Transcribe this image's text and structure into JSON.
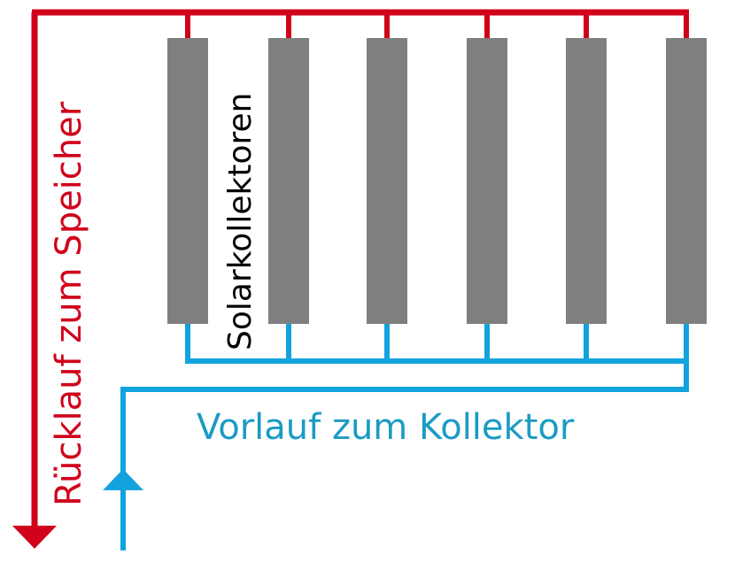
{
  "labels": {
    "return_line": "Rücklauf zum Speicher",
    "supply_line": "Vorlauf zum Kollektor",
    "collectors": "Solarkollektoren"
  },
  "collector_count": 6,
  "colors": {
    "return_pipe": "#d0021b",
    "supply_pipe": "#12a3df",
    "supply_text": "#1b9bc4",
    "collector": "#7f7f7f",
    "text": "#000000",
    "background": "#ffffff"
  },
  "icons": {
    "return_arrow": "arrow-down-icon",
    "supply_arrow": "arrow-up-icon"
  }
}
